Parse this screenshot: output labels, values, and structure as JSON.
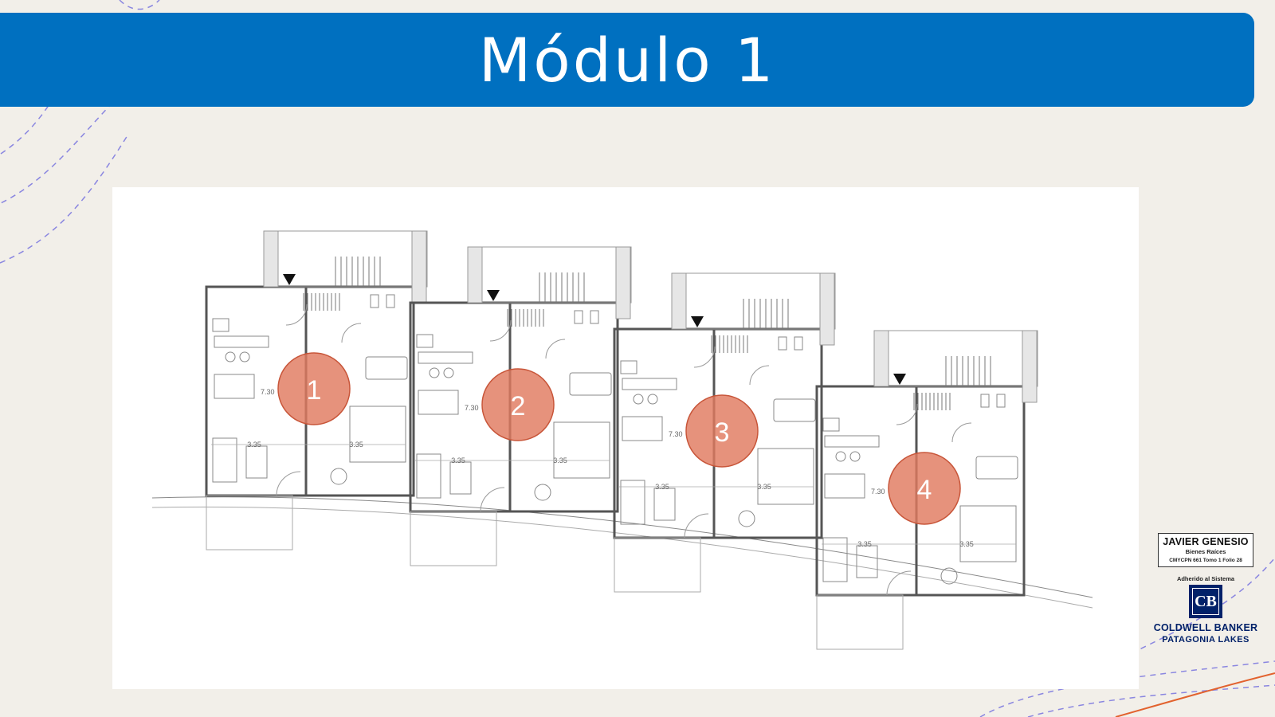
{
  "header": {
    "title": "Módulo 1"
  },
  "plan": {
    "unit_labels": [
      "1",
      "2",
      "3",
      "4"
    ],
    "dimension_depth": "7.30",
    "dimension_width": "3.35"
  },
  "branding": {
    "agent_name": "JAVIER GENESIO",
    "agent_subtitle": "Bienes Raíces",
    "agent_registration": "CMYCPN 661 Tomo 1 Folio 28",
    "adherido": "Adherido al Sistema",
    "logo_letters": "CB",
    "company_name": "COLDWELL BANKER",
    "company_sub": "PATAGONIA LAKES"
  },
  "colors": {
    "header_bg": "#0070c0",
    "marker_fill": "#e07a5f",
    "brand_navy": "#012169",
    "page_bg": "#f2efe9"
  }
}
